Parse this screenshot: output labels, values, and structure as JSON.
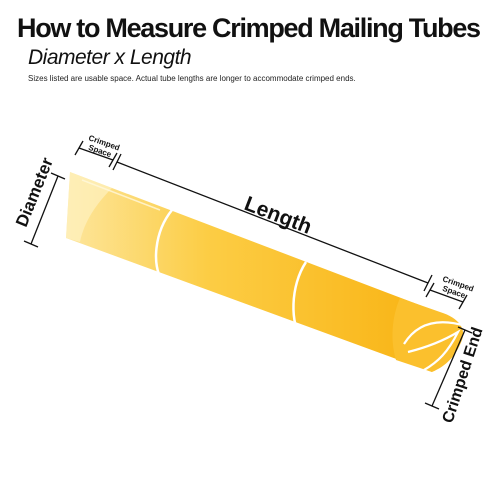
{
  "header": {
    "title": "How to Measure Crimped Mailing Tubes",
    "subtitle": "Diameter x Length",
    "note": "Sizes listed are usable space. Actual tube lengths are longer to accommodate crimped ends."
  },
  "labels": {
    "diameter": "Diameter",
    "length": "Length",
    "crimped_space_left_line1": "Crimped",
    "crimped_space_left_line2": "Space",
    "crimped_space_right_line1": "Crimped",
    "crimped_space_right_line2": "Space",
    "crimped_end": "Crimped End"
  },
  "colors": {
    "tube_light": "#fde59a",
    "tube_dark": "#f9b10c",
    "outline": "#ffffff",
    "ink": "#111111"
  }
}
